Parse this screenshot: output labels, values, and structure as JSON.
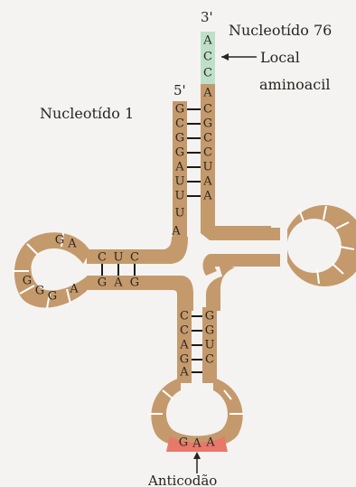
{
  "labels": {
    "five_prime": "5'",
    "three_prime": "3'",
    "nucleotide_1": "Nucleotído 1",
    "nucleotide_76": "Nucleotído 76",
    "aminoacyl_site_line1": "Local",
    "aminoacyl_site_line2": "aminoacil",
    "anticodon": "Anticodão"
  },
  "sequences": {
    "acceptor_tail": [
      "A",
      "C",
      "C"
    ],
    "acceptor_5prime": [
      "G",
      "C",
      "G",
      "G",
      "A",
      "U",
      "U",
      "U",
      "A"
    ],
    "acceptor_3prime": [
      "A",
      "C",
      "G",
      "C",
      "C",
      "U",
      "A",
      "A"
    ],
    "d_arm_top": [
      "C",
      "U",
      "C"
    ],
    "d_arm_bottom": [
      "G",
      "A",
      "G"
    ],
    "d_loop_upper": [
      "G",
      "A"
    ],
    "d_loop_lower": [
      "G",
      "G",
      "G",
      "A"
    ],
    "anticodon_stem_left": [
      "C",
      "C",
      "A",
      "G",
      "A"
    ],
    "anticodon_stem_right": [
      "G",
      "G",
      "U",
      "C"
    ],
    "anticodon": [
      "G",
      "A",
      "A"
    ]
  },
  "colors": {
    "body": "#c49a6c",
    "acceptor_end": "#bfe0c8",
    "anticodon": "#e8786a",
    "background": "#f4f3f1"
  }
}
